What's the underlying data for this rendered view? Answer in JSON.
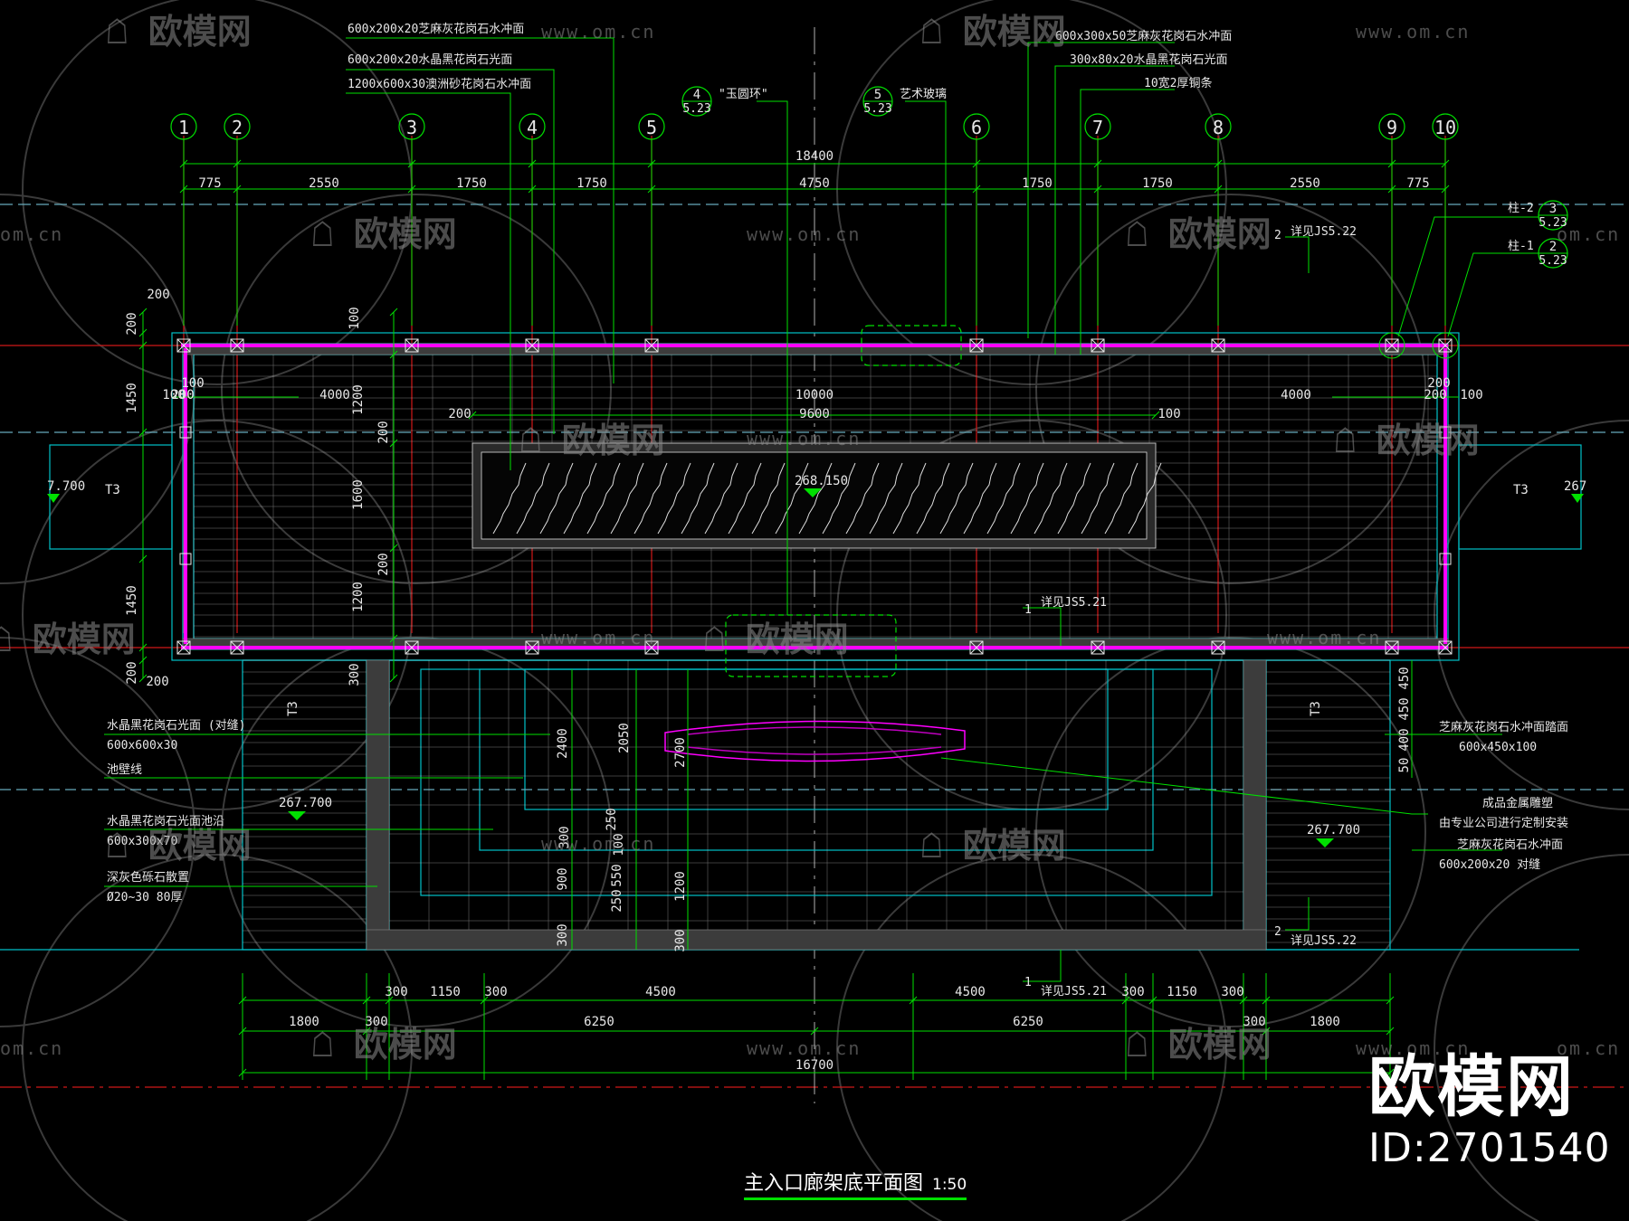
{
  "drawing": {
    "title": "主入口廊架底平面图",
    "scale": "1:50",
    "grid_labels": [
      "1",
      "2",
      "3",
      "4",
      "5",
      "6",
      "7",
      "8",
      "9",
      "10"
    ],
    "overall_top": "18400",
    "top_dims": [
      "775",
      "2550",
      "1750",
      "1750",
      "4750",
      "1750",
      "1750",
      "2550",
      "775"
    ],
    "inner_dims": [
      "4000",
      "10000",
      "4000"
    ],
    "pool_width": "9600",
    "small_dims": [
      "100",
      "200",
      "200",
      "100",
      "200",
      "200",
      "200",
      "200",
      "300",
      "100",
      "100",
      "300"
    ],
    "left_dims": [
      "1450",
      "1450",
      "200",
      "200"
    ],
    "center_left_dims": [
      "1200",
      "1600",
      "1200",
      "200",
      "200"
    ],
    "bottom_inner_dims": [
      "300",
      "1150",
      "300",
      "4500",
      "4500",
      "300",
      "1150",
      "300"
    ],
    "bottom_mid_dims": [
      "1800",
      "300",
      "6250",
      "6250",
      "300",
      "1800"
    ],
    "overall_bottom": "16700",
    "lower_vertical_dims": [
      "2400",
      "2050",
      "2700",
      "250",
      "100",
      "300",
      "900",
      "550",
      "250",
      "1200",
      "300",
      "300",
      "100",
      "300"
    ],
    "right_vertical_dims": [
      "450",
      "450",
      "400",
      "50"
    ],
    "levels": [
      "7.700",
      "268.150",
      "267.700",
      "267.700",
      "267"
    ],
    "mark_t3": "T3",
    "top_notes": [
      "600x200x20芝麻灰花岗石水冲面",
      "600x200x20水晶黑花岗石光面",
      "1200x600x30澳洲砂花岗石水冲面",
      "600x300x50芝麻灰花岗石水冲面",
      "300x80x20水晶黑花岗石光面",
      "10宽2厚铜条"
    ],
    "callouts": [
      {
        "num": "4",
        "sheet": "5.23",
        "label": "\"玉圆环\""
      },
      {
        "num": "5",
        "sheet": "5.23",
        "label": "艺术玻璃"
      },
      {
        "num": "3",
        "sheet": "5.23",
        "label": "柱-2"
      },
      {
        "num": "2",
        "sheet": "5.23",
        "label": "柱-1"
      }
    ],
    "detail_refs": [
      "详见JS5.22",
      "详见JS5.21",
      "详见JS5.21",
      "详见JS5.22"
    ],
    "detail_nums": [
      "2",
      "1",
      "1",
      "2"
    ],
    "left_notes": [
      {
        "l1": "水晶黑花岗石光面 (对缝)",
        "l2": "600x600x30"
      },
      {
        "l1": "池壁线",
        "l2": ""
      },
      {
        "l1": "水晶黑花岗石光面池沿",
        "l2": "600x300x70"
      },
      {
        "l1": "深灰色砾石散置",
        "l2": "Ø20~30 80厚"
      }
    ],
    "right_notes": [
      {
        "l1": "芝麻灰花岗石水冲面踏面",
        "l2": "600x450x100"
      },
      {
        "l1": "成品金属雕塑",
        "l2": "由专业公司进行定制安装"
      },
      {
        "l1": "芝麻灰花岗石水冲面",
        "l2": "600x200x20 对缝"
      }
    ],
    "colors": {
      "background": "#000000",
      "dim_line": "#00e000",
      "axis": "#e02020",
      "beam": "#ff00ff",
      "outline": "#00c8d0",
      "text": "#e8e8e8"
    }
  },
  "watermark": {
    "logo_text": "欧模网",
    "url": "www.om.cn",
    "url_short": "om.cn"
  },
  "brand": {
    "name": "欧模网",
    "id": "ID:2701540"
  }
}
